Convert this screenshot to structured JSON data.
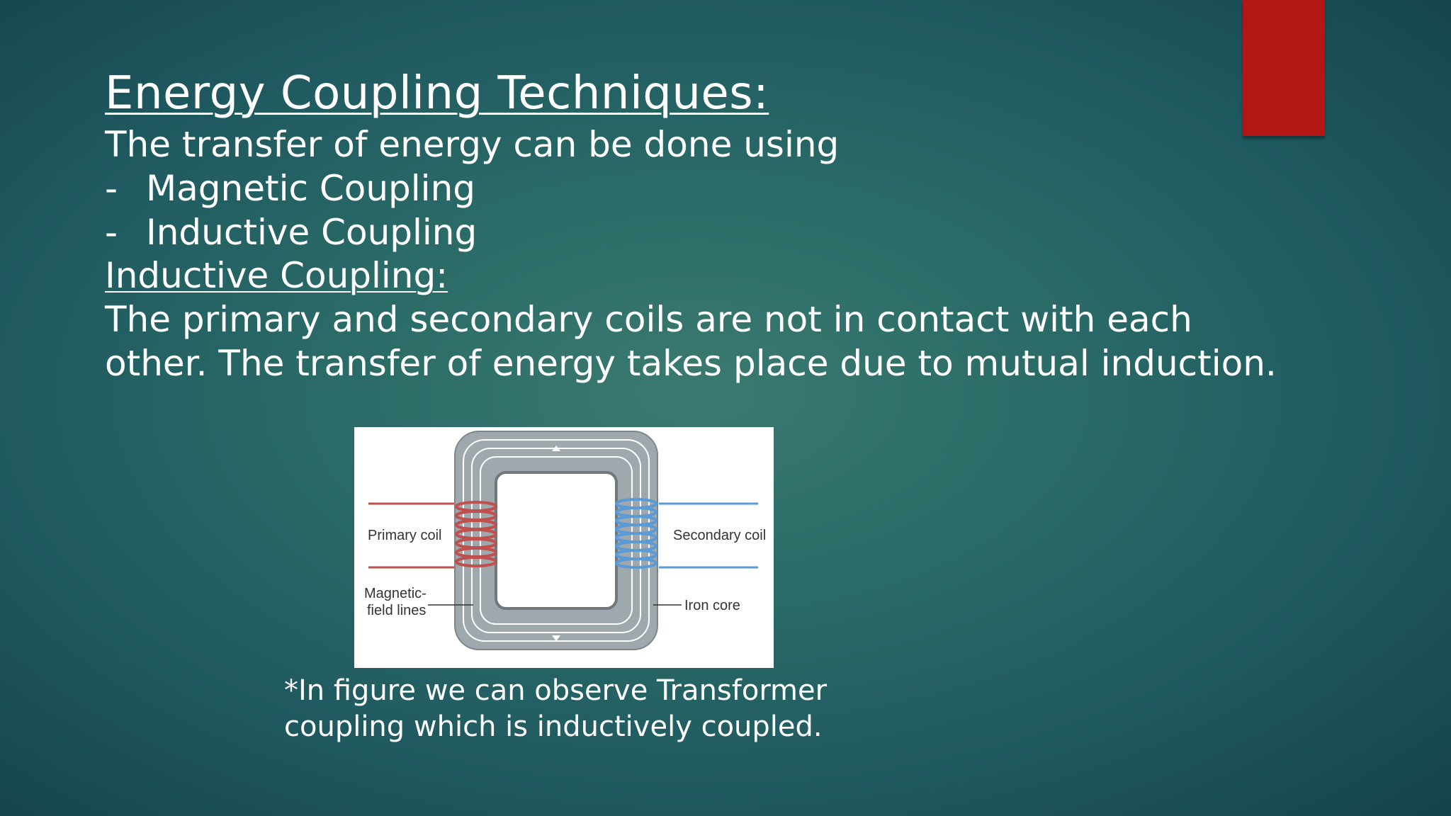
{
  "slide": {
    "title": "Energy Coupling Techniques:",
    "intro": "The transfer of energy can be done using",
    "bullets": [
      {
        "marker": "-",
        "text": "Magnetic Coupling"
      },
      {
        "marker": "-",
        "text": "Inductive Coupling"
      }
    ],
    "subheading": "Inductive Coupling:",
    "paragraph_lines": [
      "The primary and secondary coils are not in contact with each",
      "other. The transfer of energy takes place due to mutual induction."
    ],
    "caption_lines": [
      "*In figure we can observe Transformer",
      "coupling which is inductively coupled."
    ]
  },
  "figure": {
    "labels": {
      "primary_coil": "Primary coil",
      "secondary_coil": "Secondary coil",
      "magnetic_field_lines_1": "Magnetic-",
      "magnetic_field_lines_2": "field lines",
      "iron_core": "Iron core"
    }
  },
  "colors": {
    "accent": "#b31714",
    "text": "#ffffff",
    "primary_coil": "#c0504d",
    "secondary_coil": "#5b9bd5"
  }
}
